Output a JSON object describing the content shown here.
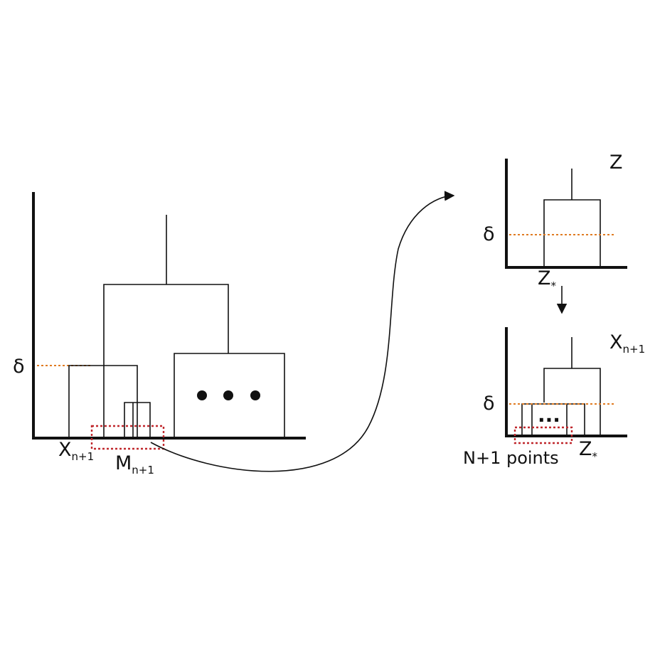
{
  "colors": {
    "threshold": "#e07b22",
    "selection": "#c0282d",
    "ink": "#111111"
  },
  "left": {
    "delta_label": "δ",
    "x_label": "X",
    "x_sub": "n+1",
    "m_label": "M",
    "m_sub": "n+1"
  },
  "top_right": {
    "delta_label": "δ",
    "panel_label": "Z",
    "z_label": "Z",
    "z_sub": "*"
  },
  "bottom_right": {
    "delta_label": "δ",
    "panel_label": "X",
    "panel_sub": "n+1",
    "points_label": "N+1 points",
    "z_label": "Z",
    "z_sub": "*",
    "ellipsis": "..."
  }
}
